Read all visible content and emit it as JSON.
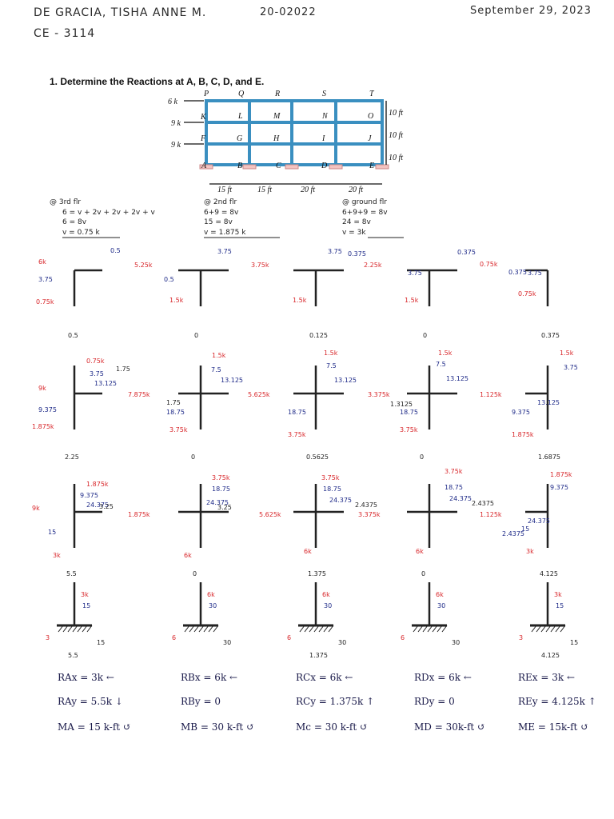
{
  "header": {
    "name": "DE GRACIA, TISHA ANNE M.",
    "course": "CE - 3114",
    "student_id": "20-02022",
    "date": "September 29, 2023"
  },
  "problem": {
    "title": "1. Determine the Reactions at A, B, C, D, and E.",
    "loads": [
      "6 k",
      "9 k",
      "9 k"
    ],
    "joint_labels_top": [
      "P",
      "Q",
      "R",
      "S",
      "T"
    ],
    "joint_labels_mid1": [
      "K",
      "L",
      "M",
      "N",
      "O"
    ],
    "joint_labels_mid2": [
      "F",
      "G",
      "H",
      "I",
      "J"
    ],
    "joint_labels_base": [
      "A",
      "B",
      "C",
      "D",
      "E"
    ],
    "heights": [
      "10 ft",
      "10 ft",
      "10 ft"
    ],
    "spans": [
      "15 ft",
      "15 ft",
      "20 ft",
      "20 ft"
    ]
  },
  "calcs": [
    {
      "lines": [
        "@ 3rd flr",
        "6 = v + 2v + 2v + 2v + v",
        "6 = 8v",
        "v = 0.75 k"
      ]
    },
    {
      "lines": [
        "@ 2nd flr",
        "6+9 = 8v",
        "15 = 8v",
        "v = 1.875 k"
      ]
    },
    {
      "lines": [
        "@ ground flr",
        "6+9+9 = 8v",
        "24 = 8v",
        "v = 3k"
      ]
    }
  ],
  "fbd": {
    "row1": [
      "6k",
      "3.75",
      "0.75k",
      "5.25k",
      "0.5",
      "3.75",
      "0.5",
      "3.75k",
      "3.75",
      "0.375",
      "2.25k",
      "3.75",
      "0.375",
      "0.75k",
      "0.375",
      "3.75",
      "1.5k",
      "1.5k",
      "1.5k",
      "0.75k"
    ],
    "row1_axial": [
      "0.5",
      "0",
      "0.125",
      "0",
      "0.375"
    ],
    "row2": [
      "9k",
      "0.75k",
      "3.75",
      "1.75",
      "13.125",
      "9.375",
      "1.875k",
      "7.875k",
      "1.5k",
      "7.5",
      "13.125",
      "1.75",
      "18.75",
      "5.625k",
      "1.5k",
      "7.5",
      "13.125",
      "18.75",
      "3.375k",
      "1.5k",
      "7.5",
      "13.125",
      "1.3125",
      "18.75",
      "1.125k",
      "1.5k",
      "3.75",
      "13.125",
      "9.375",
      "1.875k",
      "3.75k",
      "3.75k",
      "3.75k"
    ],
    "row2_axial": [
      "2.25",
      "0",
      "0.5625",
      "0",
      "1.6875"
    ],
    "row3": [
      "9k",
      "1.875k",
      "9.375",
      "24.375",
      "3.25",
      "15",
      "1.875k",
      "3k",
      "3.75k",
      "18.75",
      "24.375",
      "3.25",
      "5.625k",
      "6k",
      "3.75k",
      "18.75",
      "24.375",
      "2.4375",
      "3.375k",
      "6k",
      "3.75k",
      "18.75",
      "24.375",
      "2.4375",
      "1.125k",
      "6k",
      "1.875k",
      "9.375",
      "24.375",
      "2.4375",
      "15",
      "3k"
    ],
    "row3_axial": [
      "5.5",
      "0",
      "1.375",
      "0",
      "4.125"
    ],
    "base": [
      {
        "h": "3k",
        "m": "15",
        "hb": "3",
        "mb": "15",
        "v": "5.5"
      },
      {
        "h": "6k",
        "m": "30",
        "hb": "6",
        "mb": "30",
        "v": ""
      },
      {
        "h": "6k",
        "m": "30",
        "hb": "6",
        "mb": "30",
        "v": "1.375"
      },
      {
        "h": "6k",
        "m": "30",
        "hb": "6",
        "mb": "30",
        "v": ""
      },
      {
        "h": "3k",
        "m": "15",
        "hb": "3",
        "mb": "15",
        "v": "4.125"
      }
    ]
  },
  "reactions": [
    [
      "RAx = 3k ←",
      "RAy = 5.5k ↓",
      "MA = 15 k-ft ↺"
    ],
    [
      "RBx = 6k ←",
      "RBy = 0",
      "MB = 30 k-ft ↺"
    ],
    [
      "RCx = 6k ←",
      "RCy = 1.375k ↑",
      "Mc = 30 k-ft ↺"
    ],
    [
      "RDx = 6k ←",
      "RDy = 0",
      "MD = 30k-ft ↺"
    ],
    [
      "REx = 3k ←",
      "REy = 4.125k ↑",
      "ME = 15k-ft ↺"
    ]
  ],
  "colors": {
    "ink": "#222222",
    "red": "#d8262a",
    "blue": "#1e2a88",
    "frame": "#3a8fc0"
  }
}
